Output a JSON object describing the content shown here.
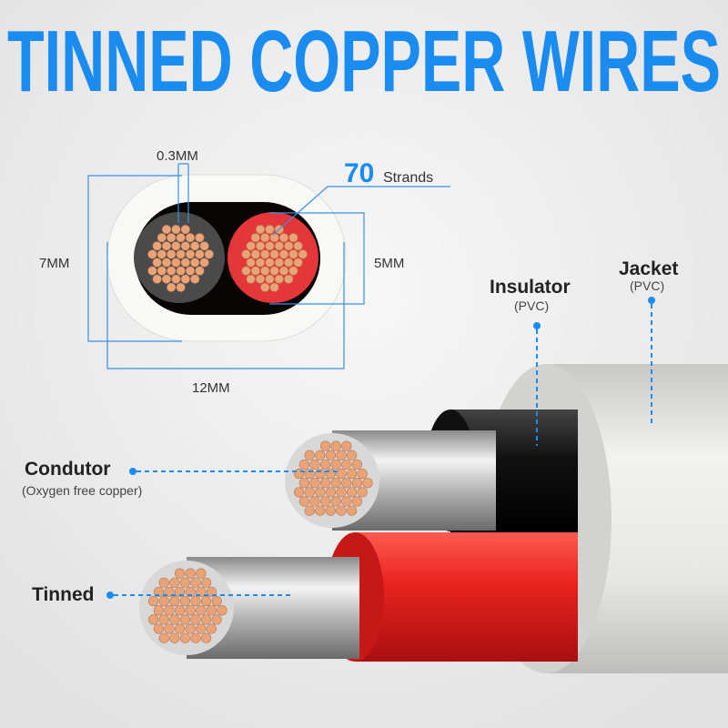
{
  "title": "TINNED COPPER WIRES",
  "colors": {
    "accent": "#1a8cf0",
    "copper": "#e8a478",
    "red_insulator": "#e5262b",
    "black_insulator": "#111111",
    "jacket": "#f4f4f2"
  },
  "cross_section": {
    "strand_diameter": "0.3MM",
    "strand_count": "70",
    "strand_label": "Strands",
    "height": "7MM",
    "core_diameter": "5MM",
    "width": "12MM"
  },
  "callouts": {
    "conductor": {
      "label": "Condutor",
      "sub": "(Oxygen free copper)"
    },
    "tinned": {
      "label": "Tinned"
    },
    "insulator": {
      "label": "Insulator",
      "sub": "(PVC)"
    },
    "jacket": {
      "label": "Jacket",
      "sub": "(PVC)"
    }
  }
}
